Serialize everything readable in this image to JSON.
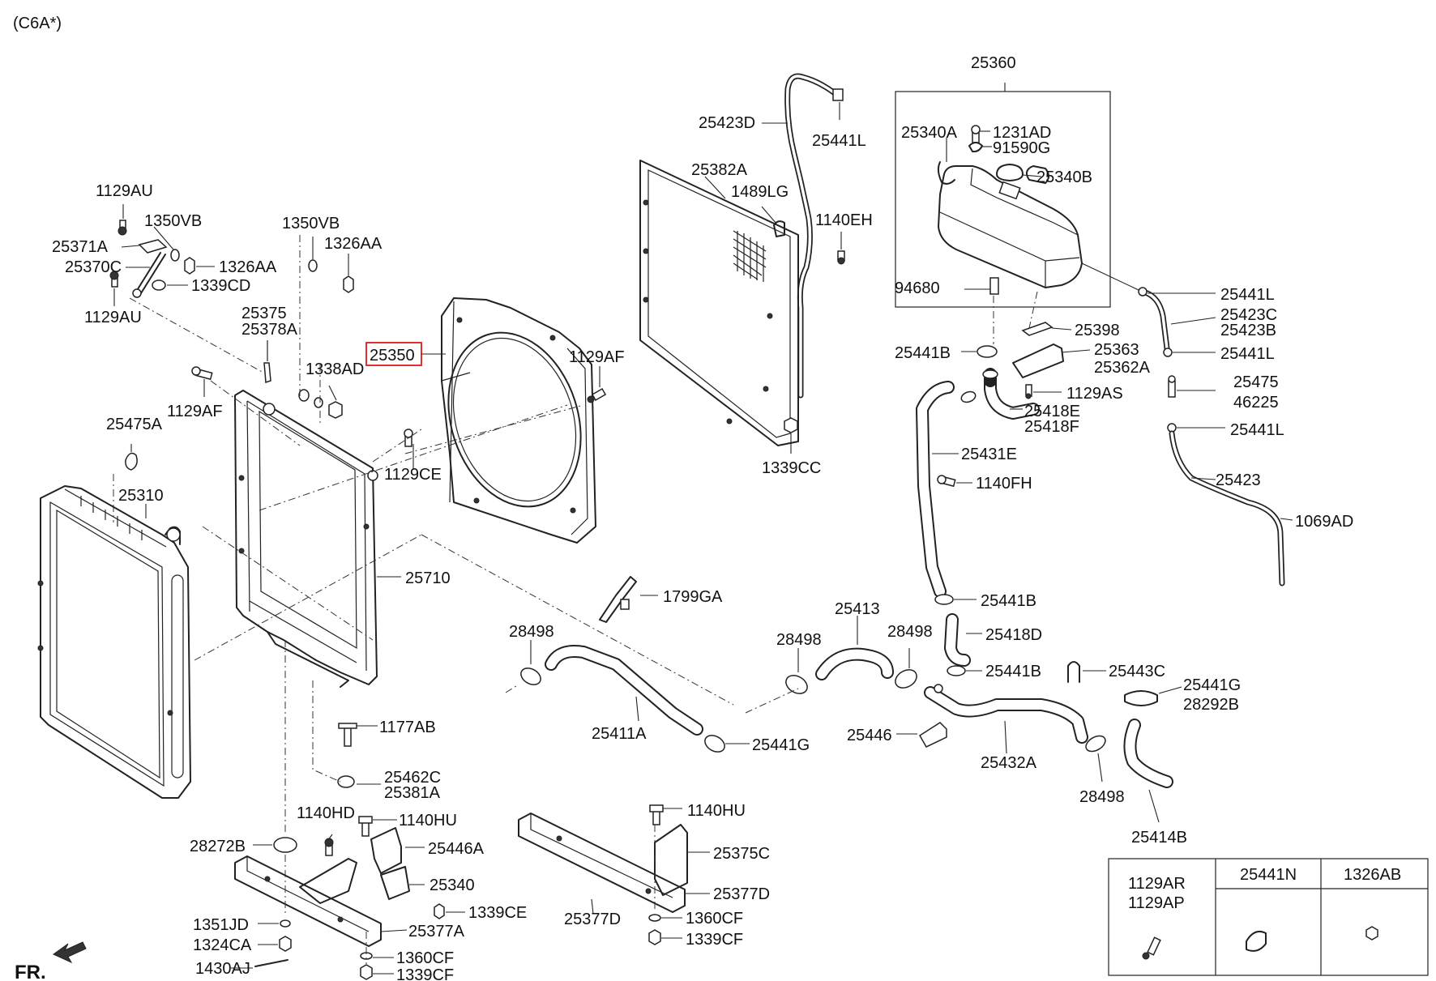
{
  "header": {
    "model_code": "(C6A*)"
  },
  "orientation": {
    "front_label": "FR."
  },
  "highlighted_part": "25350",
  "colors": {
    "highlight": "#e03030",
    "line": "#222222",
    "background": "#ffffff"
  },
  "labels": {
    "p25360": "25360",
    "p25340A": "25340A",
    "p1231AD": "1231AD",
    "p91590G": "91590G",
    "p25340B": "25340B",
    "p94680": "94680",
    "p25423D": "25423D",
    "p25441L_top": "25441L",
    "p25382A": "25382A",
    "p1489LG": "1489LG",
    "p1140EH": "1140EH",
    "p1129AU_a": "1129AU",
    "p1350VB_a": "1350VB",
    "p25371A": "25371A",
    "p25370C": "25370C",
    "p1326AA_a": "1326AA",
    "p1339CD": "1339CD",
    "p1129AU_b": "1129AU",
    "p1350VB_b": "1350VB",
    "p1326AA_b": "1326AA",
    "p25375": "25375",
    "p25378A": "25378A",
    "p25350": "25350",
    "p1338AD": "1338AD",
    "p1129AF_a": "1129AF",
    "p1129AF_b": "1129AF",
    "p25475A": "25475A",
    "p1129CE": "1129CE",
    "p25310": "25310",
    "p25710": "25710",
    "p1339CC": "1339CC",
    "p25441L_r1": "25441L",
    "p25423C": "25423C",
    "p25423B": "25423B",
    "p25441L_r2": "25441L",
    "p25475": "25475",
    "p46225": "46225",
    "p25441L_r3": "25441L",
    "p25423": "25423",
    "p1069AD": "1069AD",
    "p25398": "25398",
    "p25441B_a": "25441B",
    "p25363": "25363",
    "p25362A": "25362A",
    "p1129AS": "1129AS",
    "p25418E": "25418E",
    "p25418F": "25418F",
    "p25431E": "25431E",
    "p1140FH": "1140FH",
    "p1799GA": "1799GA",
    "p25441B_b": "25441B",
    "p25413": "25413",
    "p28498_a": "28498",
    "p28498_b": "28498",
    "p28498_c": "28498",
    "p25418D": "25418D",
    "p25441B_c": "25441B",
    "p25443C": "25443C",
    "p25441G_a": "25441G",
    "p28292B": "28292B",
    "p25411A": "25411A",
    "p25441G_b": "25441G",
    "p25446": "25446",
    "p25432A": "25432A",
    "p28498_d": "28498",
    "p25414B": "25414B",
    "p1177AB": "1177AB",
    "p25462C": "25462C",
    "p25381A": "25381A",
    "p1140HD": "1140HD",
    "p1140HU_a": "1140HU",
    "p1140HU_b": "1140HU",
    "p28272B": "28272B",
    "p25446A": "25446A",
    "p25340": "25340",
    "p25375C": "25375C",
    "p1339CE": "1339CE",
    "p25377D_a": "25377D",
    "p25377D_b": "25377D",
    "p1351JD": "1351JD",
    "p1360CF_a": "1360CF",
    "p1324CA": "1324CA",
    "p25377A": "25377A",
    "p1339CF_a": "1339CF",
    "p1430AJ": "1430AJ",
    "p1360CF_b": "1360CF",
    "p1339CF_b": "1339CF"
  },
  "legend_table": {
    "col1_line1": "1129AR",
    "col1_line2": "1129AP",
    "col2": "25441N",
    "col3": "1326AB"
  }
}
